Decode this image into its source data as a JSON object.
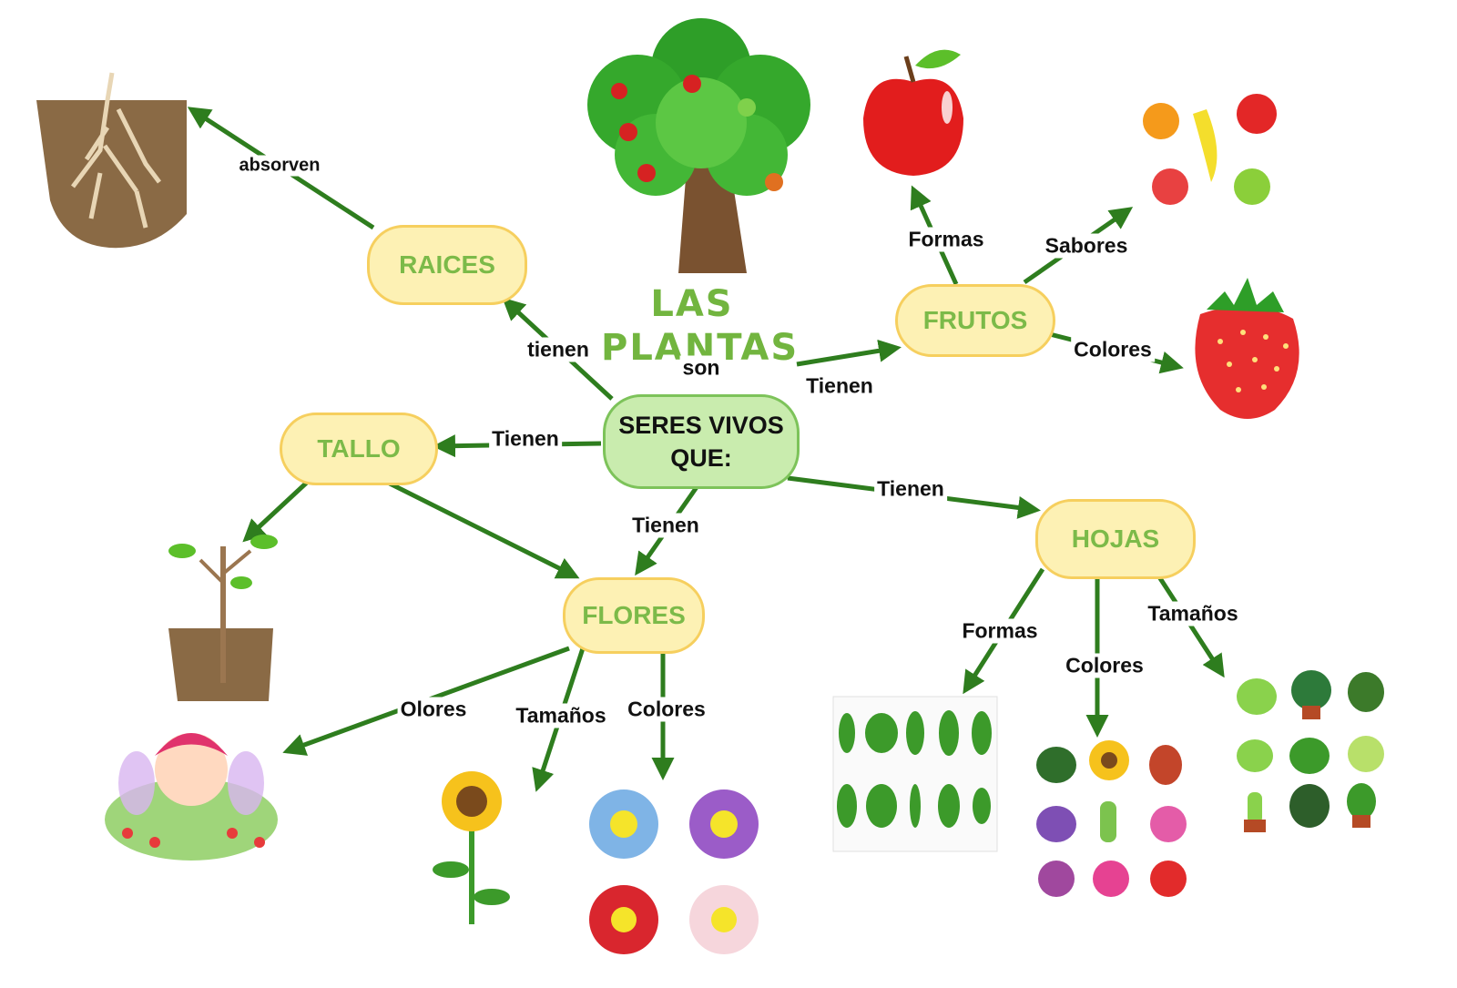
{
  "title": "LAS PLANTAS",
  "center": "SERES VIVOS QUE:",
  "nodes": {
    "raices": "RAICES",
    "tallo": "TALLO",
    "flores": "FLORES",
    "frutos": "FRUTOS",
    "hojas": "HOJAS"
  },
  "edge_labels": {
    "son": "son",
    "tienen_raices": "tienen",
    "absorven": "absorven",
    "tienen_tallo": "Tienen",
    "tienen_flores": "Tienen",
    "tienen_frutos": "Tienen",
    "tienen_hojas": "Tienen",
    "frutos_formas": "Formas",
    "frutos_sabores": "Sabores",
    "frutos_colores": "Colores",
    "flores_olores": "Olores",
    "flores_tamanos": "Tamaños",
    "flores_colores": "Colores",
    "hojas_formas": "Formas",
    "hojas_colores": "Colores",
    "hojas_tamanos": "Tamaños"
  },
  "colors": {
    "arrow": "#2e7d1e",
    "node_fill": "#fdf1b4",
    "node_border": "#f6cf5e",
    "node_text": "#7cba49",
    "center_fill": "#c9ecae",
    "center_border": "#7dc35a"
  },
  "icons": [
    "roots-icon",
    "tree-icon",
    "apple-icon",
    "fruit-characters-icon",
    "strawberry-icon",
    "sapling-icon",
    "fairy-icon",
    "sunflower-icon",
    "flowers-icon",
    "leaf-shapes-icon",
    "plant-colors-icon",
    "plant-sizes-icon"
  ]
}
